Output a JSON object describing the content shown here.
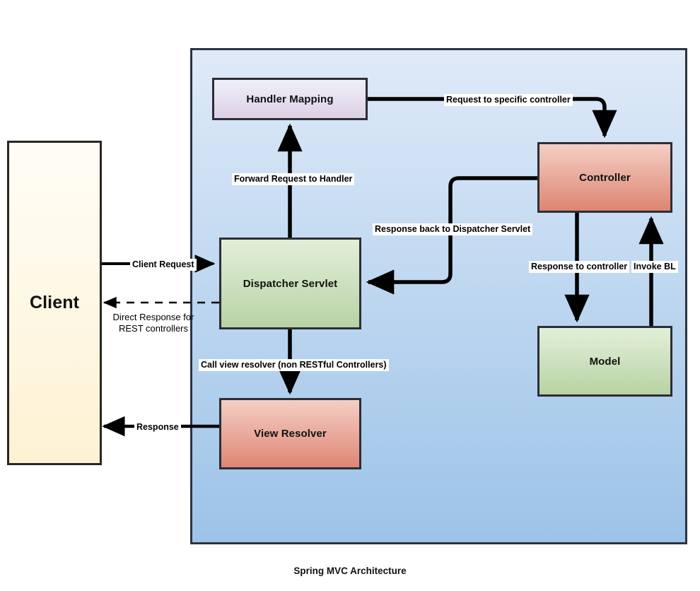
{
  "diagram": {
    "caption": "Spring MVC Architecture",
    "colors": {
      "region_fill_top": "#dfeaf8",
      "region_fill_bottom": "#9cc3e8",
      "client_fill": "#fdf2d3",
      "green_node": "#b7d3a4",
      "red_node": "#dd8571",
      "purple_node": "#ded0e6",
      "stroke": "#2c2e35"
    },
    "nodes": [
      {
        "id": "client",
        "label": "Client"
      },
      {
        "id": "handler-mapping",
        "label": "Handler Mapping"
      },
      {
        "id": "dispatcher-servlet",
        "label": "Dispatcher Servlet"
      },
      {
        "id": "view-resolver",
        "label": "View Resolver"
      },
      {
        "id": "controller",
        "label": "Controller"
      },
      {
        "id": "model",
        "label": "Model"
      }
    ],
    "edges": [
      {
        "id": "client-request",
        "label": "Client Request",
        "from": "client",
        "to": "dispatcher-servlet",
        "style": "solid"
      },
      {
        "id": "direct-response",
        "label_line1": "Direct Response for",
        "label_line2": "REST controllers",
        "from": "dispatcher-servlet",
        "to": "client",
        "style": "dashed"
      },
      {
        "id": "forward-request",
        "label": "Forward Request to Handler",
        "from": "dispatcher-servlet",
        "to": "handler-mapping",
        "style": "solid"
      },
      {
        "id": "request-specific-controller",
        "label": "Request to specific controller",
        "from": "handler-mapping",
        "to": "controller",
        "style": "solid"
      },
      {
        "id": "response-back-dispatcher",
        "label": "Response back to Dispatcher Servlet",
        "from": "controller",
        "to": "dispatcher-servlet",
        "style": "solid"
      },
      {
        "id": "invoke-bl",
        "label": "Invoke BL",
        "from": "model",
        "to": "controller",
        "style": "solid"
      },
      {
        "id": "response-to-controller",
        "label": "Response to controller",
        "from": "controller",
        "to": "model",
        "style": "solid"
      },
      {
        "id": "call-view-resolver",
        "label": "Call view resolver (non RESTful Controllers)",
        "from": "dispatcher-servlet",
        "to": "view-resolver",
        "style": "solid"
      },
      {
        "id": "response",
        "label": "Response",
        "from": "view-resolver",
        "to": "client",
        "style": "solid"
      }
    ]
  }
}
